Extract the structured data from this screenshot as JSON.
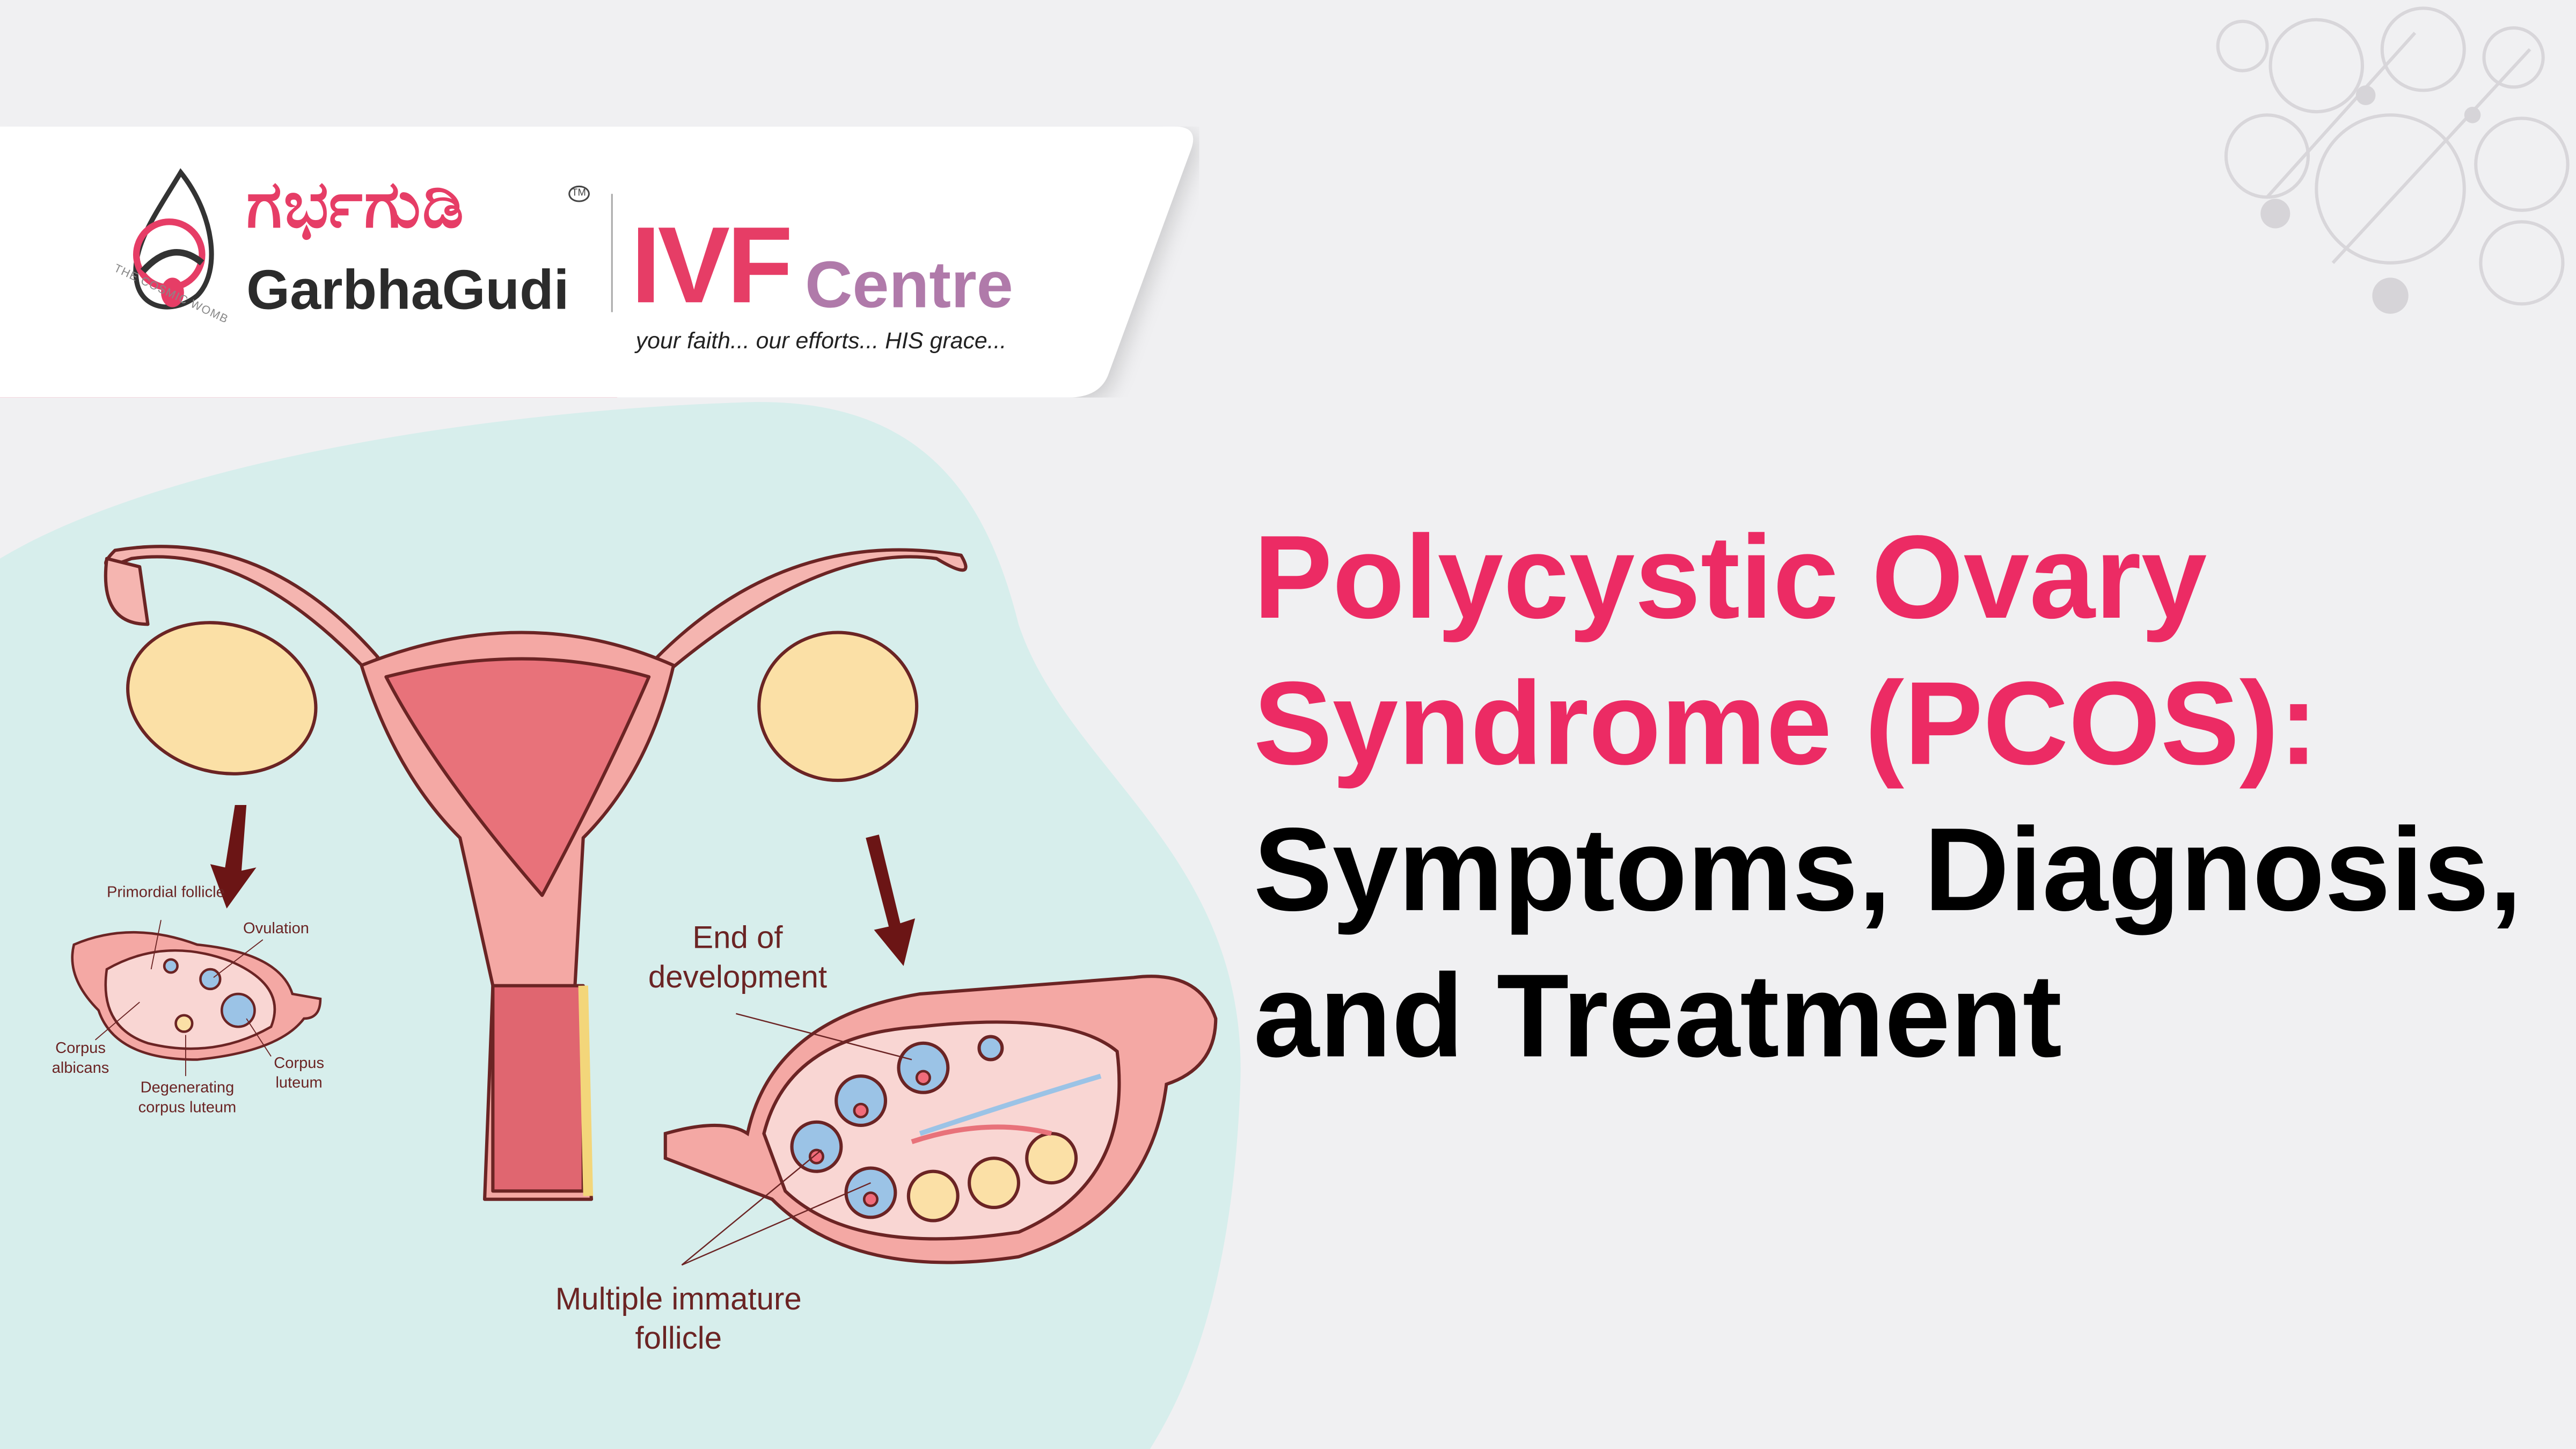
{
  "brand": {
    "name_kannada": "ಗರ್ಭಗುಡಿ",
    "name_english": "GarbhaGudi",
    "tagline_circle": "THE COSMIC WOMB",
    "tm": "TM",
    "ivf": "IVF",
    "centre": "Centre",
    "slogan": "your faith... our efforts... HIS grace..."
  },
  "headline": {
    "line1": "Polycystic Ovary",
    "line2": "Syndrome (PCOS):",
    "line3": "Symptoms, Diagnosis,",
    "line4": "and Treatment"
  },
  "diagram": {
    "normal_ovary_labels": {
      "primordial": "Primordial follicle",
      "ovulation": "Ovulation",
      "albicans": "Corpus albicans",
      "degenerating": "Degenerating corpus luteum",
      "luteum": "Corpus luteum"
    },
    "pcos_ovary_labels": {
      "end": "End of development",
      "immature": "Multiple immature follicle"
    }
  },
  "colors": {
    "brand_pink": "#e63d66",
    "title_pink": "#ec2b64",
    "centre_purple": "#b07aaa",
    "blob": "#d7eeec",
    "bg": "#f0f0f2"
  }
}
